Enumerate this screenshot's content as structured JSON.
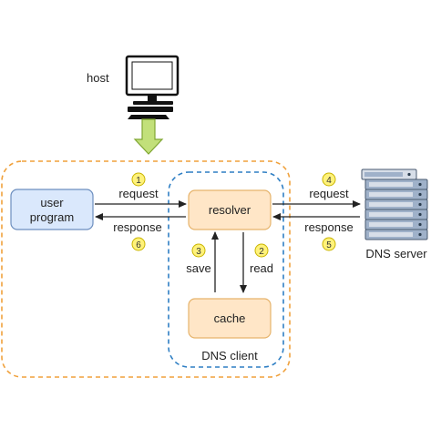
{
  "host_label": "host",
  "user_program": {
    "line1": "user",
    "line2": "program"
  },
  "resolver_label": "resolver",
  "cache_label": "cache",
  "dns_client_label": "DNS client",
  "dns_server_label": "DNS server",
  "steps": {
    "s1": {
      "num": "1",
      "label": "request"
    },
    "s2": {
      "num": "2",
      "label": "read"
    },
    "s3": {
      "num": "3",
      "label": "save"
    },
    "s4": {
      "num": "4",
      "label": "request"
    },
    "s5": {
      "num": "5",
      "label": "response"
    },
    "s6": {
      "num": "6",
      "label": "response"
    }
  },
  "colors": {
    "outer_border": "#f0a13c",
    "inner_border": "#2f7fc4",
    "user_fill": "#dae8fc",
    "user_stroke": "#6c8ebf",
    "box_fill": "#ffe6c7",
    "box_stroke": "#e6b36b",
    "badge_fill": "#fff27a",
    "badge_stroke": "#c9b400",
    "down_arrow_fill": "#c2e07a",
    "down_arrow_stroke": "#7fa632",
    "server_fill": "#9fb1c9",
    "server_stroke": "#4a5a70"
  },
  "icons": {
    "host": "desktop-computer-icon",
    "server": "server-rack-icon",
    "down_arrow": "down-arrow-icon"
  }
}
